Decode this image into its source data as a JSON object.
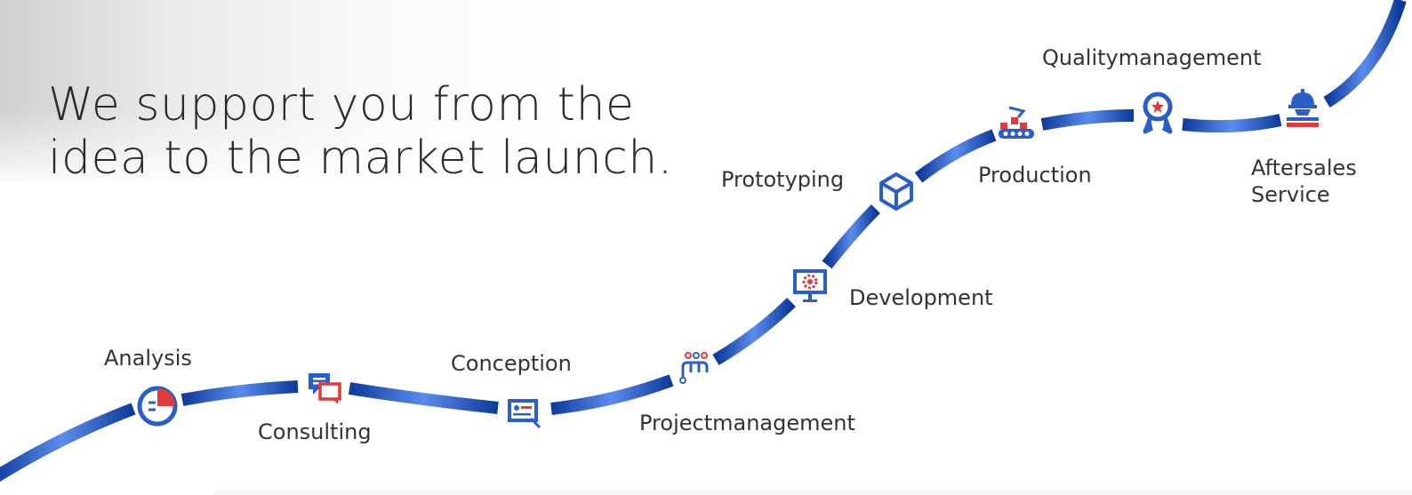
{
  "headline": {
    "line1": "We support you from the",
    "line2": "idea to the market launch."
  },
  "colors": {
    "path_light": "#5b8cec",
    "path_dark": "#0d3a9a",
    "icon_blue": "#2a5fc9",
    "icon_red": "#e03a3a",
    "text": "#333333"
  },
  "steps": [
    {
      "id": "analysis",
      "label": "Analysis",
      "icon": "pie-chart-icon"
    },
    {
      "id": "consulting",
      "label": "Consulting",
      "icon": "chat-bubbles-icon"
    },
    {
      "id": "conception",
      "label": "Conception",
      "icon": "document-card-icon"
    },
    {
      "id": "projectmanagement",
      "label": "Projectmanagement",
      "icon": "workflow-nodes-icon"
    },
    {
      "id": "development",
      "label": "Development",
      "icon": "monitor-gear-icon"
    },
    {
      "id": "prototyping",
      "label": "Prototyping",
      "icon": "cube-icon"
    },
    {
      "id": "production",
      "label": "Production",
      "icon": "robot-arm-conveyor-icon"
    },
    {
      "id": "qualitymanagement",
      "label": "Qualitymanagement",
      "icon": "award-ribbon-icon"
    },
    {
      "id": "aftersales",
      "label_line1": "Aftersales",
      "label_line2": "Service",
      "icon": "service-worker-icon"
    }
  ]
}
